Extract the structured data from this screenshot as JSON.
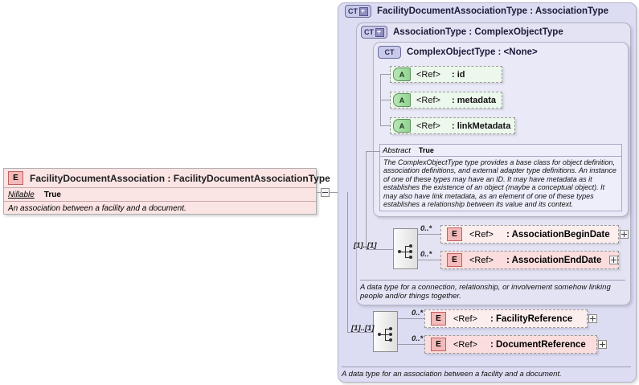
{
  "diagram": {
    "kind": "xsd-schema-diagram",
    "colors": {
      "element_fill": "#fbdddd",
      "element_badge": "#f4b9b9",
      "attribute_fill": "#ecf8ec",
      "attribute_badge": "#8fd48f",
      "panel_outer": "#dcdcf2",
      "panel_mid": "#e3e3f4",
      "panel_inner": "#e9e9f7",
      "connector": "#9a9aa8"
    }
  },
  "root_element": {
    "badge": "E",
    "badge_icon": "element-badge-icon",
    "title": "FacilityDocumentAssociation  : FacilityDocumentAssociationType",
    "name": "FacilityDocumentAssociation",
    "type": "FacilityDocumentAssociationType",
    "property_key": "Nillable",
    "property_value": "True",
    "documentation": "An association between a facility and a document.",
    "toggle": "collapse-toggle-minus"
  },
  "panels": {
    "outer": {
      "badge": "CT",
      "badge_expand": "+",
      "title": "FacilityDocumentAssociationType : AssociationType",
      "name": "FacilityDocumentAssociationType",
      "base": "AssociationType",
      "documentation": "A data type for an association between a facility and a document."
    },
    "mid": {
      "badge": "CT",
      "badge_expand": "+",
      "title": "AssociationType : ComplexObjectType",
      "name": "AssociationType",
      "base": "ComplexObjectType",
      "documentation": "A data type for a connection, relationship, or involvement somehow linking people and/or things together."
    },
    "inner": {
      "badge": "CT",
      "badge_expand": "",
      "title": "ComplexObjectType : <None>",
      "name": "ComplexObjectType",
      "base": "<None>"
    }
  },
  "attributes": [
    {
      "badge": "A",
      "ref": "<Ref>",
      "name": ": id"
    },
    {
      "badge": "A",
      "ref": "<Ref>",
      "name": ": metadata"
    },
    {
      "badge": "A",
      "ref": "<Ref>",
      "name": ": linkMetadata"
    }
  ],
  "abstract_block": {
    "key": "Abstract",
    "value": "True",
    "text": "The ComplexObjectType type provides a base class for object definition, association definitions, and external adapter type definitions. An instance of one of these types may have an ID. It may have metadata as it establishes the existence of an object (maybe a conceptual object). It may also have link metadata, as an element of one of these types establishes a relationship between its value and its context."
  },
  "sequence_groups": [
    {
      "id": "association-dates-sequence",
      "icon": "sequence-node-icon",
      "cardinality": "[1]..[1]",
      "children": [
        {
          "badge": "E",
          "occurrence": "0..*",
          "ref": "<Ref>",
          "name": ": AssociationBeginDate",
          "toggle": "+"
        },
        {
          "badge": "E",
          "occurrence": "0..*",
          "ref": "<Ref>",
          "name": ": AssociationEndDate",
          "toggle": "+"
        }
      ]
    },
    {
      "id": "references-sequence",
      "icon": "sequence-node-icon",
      "cardinality": "[1]..[1]",
      "children": [
        {
          "badge": "E",
          "occurrence": "0..*",
          "ref": "<Ref>",
          "name": ": FacilityReference",
          "toggle": "+"
        },
        {
          "badge": "E",
          "occurrence": "0..*",
          "ref": "<Ref>",
          "name": ": DocumentReference",
          "toggle": "+"
        }
      ]
    }
  ]
}
